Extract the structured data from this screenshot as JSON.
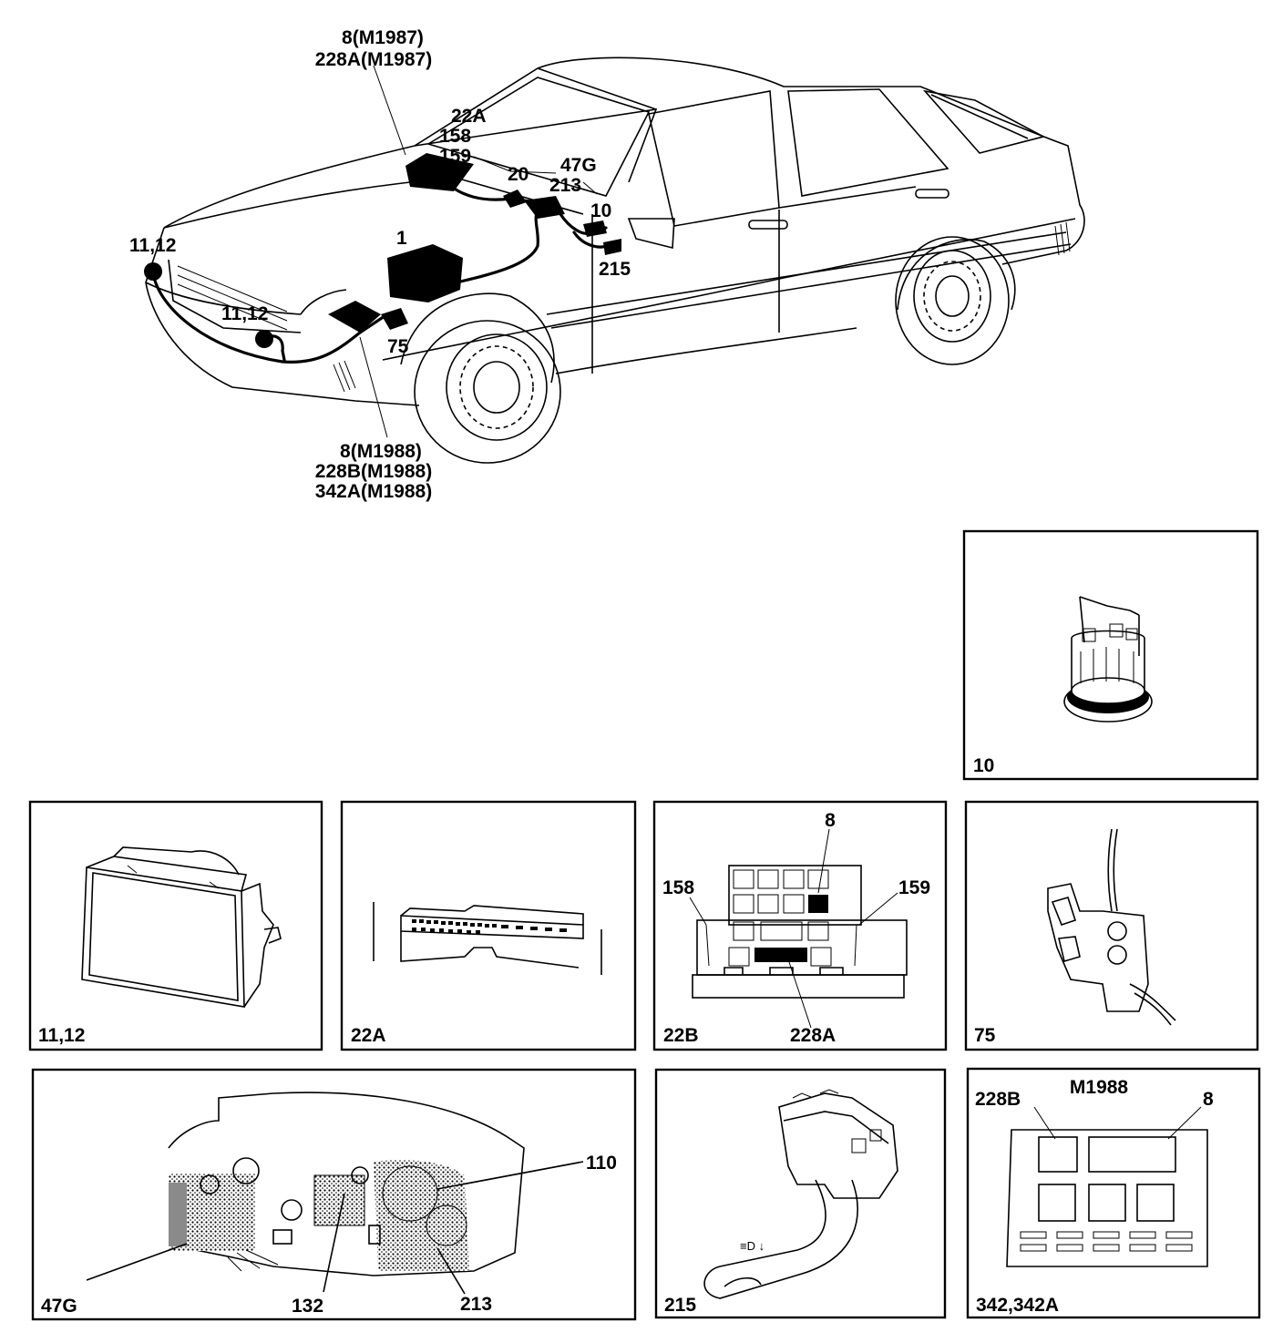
{
  "car": {
    "labels": {
      "top_m1987_a": "8(M1987)",
      "top_m1987_b": "228A(M1987)",
      "c22a": "22A",
      "c158": "158",
      "c159": "159",
      "c20": "20",
      "c47g": "47G",
      "c213": "213",
      "c10": "10",
      "c215": "215",
      "c1": "1",
      "c11_12_left": "11,12",
      "c11_12_right": "11,12",
      "c75": "75",
      "bottom_m1988_a": "8(M1988)",
      "bottom_m1988_b": "228B(M1988)",
      "bottom_m1988_c": "342A(M1988)"
    }
  },
  "panels": {
    "p10": {
      "caption": "10"
    },
    "p11_12": {
      "caption": "11,12"
    },
    "p22a": {
      "caption": "22A"
    },
    "p22b": {
      "caption": "22B",
      "label_8": "8",
      "label_158": "158",
      "label_159": "159",
      "label_228a": "228A"
    },
    "p75": {
      "caption": "75"
    },
    "p47g": {
      "caption": "47G",
      "label_110": "110",
      "label_132": "132",
      "label_213": "213"
    },
    "p215": {
      "caption": "215"
    },
    "p342": {
      "caption": "342,342A",
      "title": "M1988",
      "label_228b": "228B",
      "label_8": "8"
    }
  }
}
